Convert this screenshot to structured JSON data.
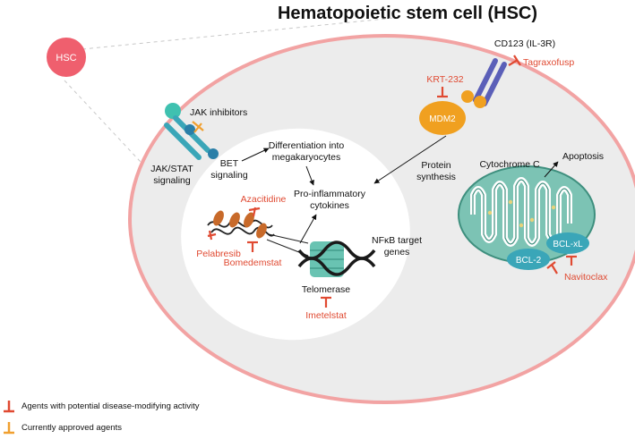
{
  "title": "Hematopoietic stem cell (HSC)",
  "hsc_badge": "HSC",
  "labels": {
    "cd123": "CD123 (IL-3R)",
    "tagraxofusp": "Tagraxofusp",
    "krt232": "KRT-232",
    "mdm2": "MDM2",
    "jak_inhibitors": "JAK inhibitors",
    "jak_stat_1": "JAK/STAT",
    "jak_stat_2": "signaling",
    "bet_1": "BET",
    "bet_2": "signaling",
    "diff_1": "Differentiation into",
    "diff_2": "megakaryocytes",
    "protein_1": "Protein",
    "protein_2": "synthesis",
    "cytochrome": "Cytochrome C",
    "apoptosis": "Apoptosis",
    "proinfl_1": "Pro-inflammatory",
    "proinfl_2": "cytokines",
    "azacitidine": "Azacitidine",
    "pelabresib": "Pelabresib",
    "bomedemstat": "Bomedemstat",
    "nfkb_1": "NFκB target",
    "nfkb_2": "genes",
    "telomerase": "Telomerase",
    "imetelstat": "Imetelstat",
    "bclxl": "BCL-xL",
    "bcl2": "BCL-2",
    "navitoclax": "Navitoclax"
  },
  "legend": [
    {
      "label": "Agents with potential disease-modifying activity",
      "color": "#e04a32"
    },
    {
      "label": "Currently approved agents",
      "color": "#f0a030"
    }
  ],
  "colors": {
    "cell_fill": "#ececec",
    "cell_border": "#f2a3a3",
    "nucleus_fill": "#ffffff",
    "inhibitor_red": "#e04a32",
    "inhibitor_orange": "#f0a030",
    "teal": "#3aa6b8",
    "mdm2_orange": "#f0a020",
    "receptor_purple": "#5b5fb8",
    "hsc_badge": "#ef5f6e"
  }
}
